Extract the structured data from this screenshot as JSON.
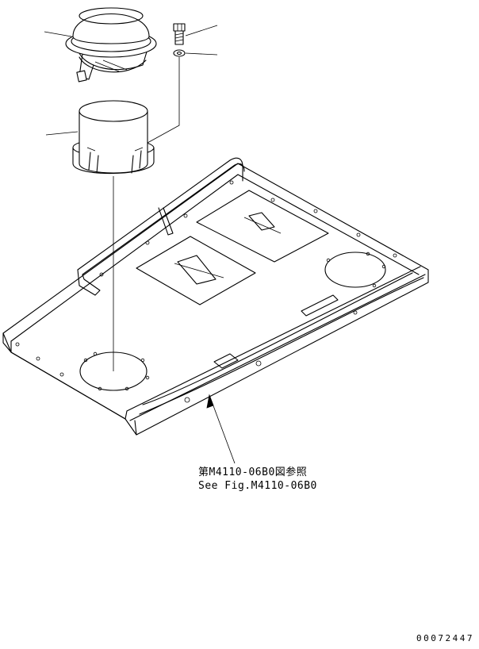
{
  "callout": {
    "line1": "第M4110-06B0図参照",
    "line2": "See Fig.M4110-06B0"
  },
  "drawing_number": "00072447"
}
